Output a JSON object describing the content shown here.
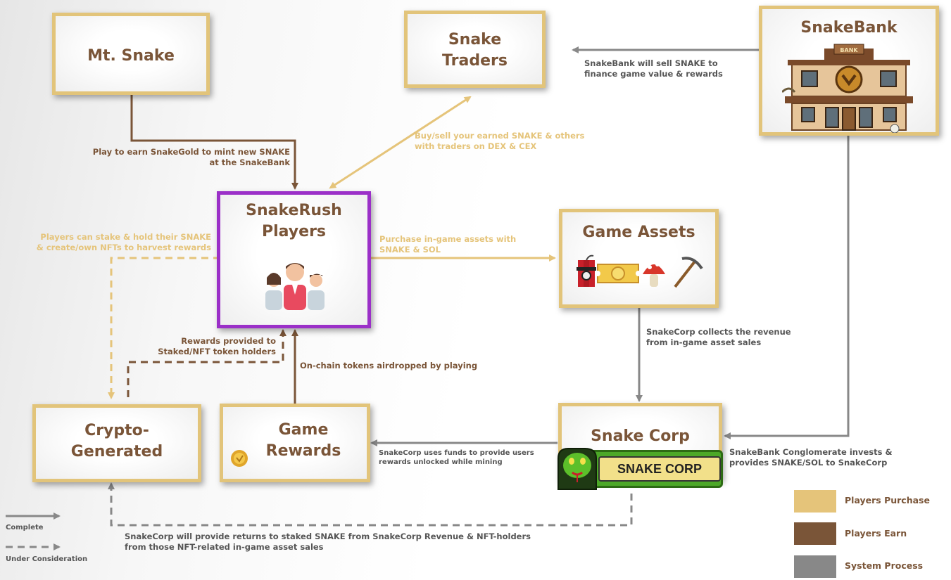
{
  "nodes": {
    "mt_snake": "Mt. Snake",
    "snake_traders": "Snake\nTraders",
    "snakebank": "SnakeBank",
    "snakerush_players": "SnakeRush\nPlayers",
    "game_assets": "Game Assets",
    "crypto_generated": "Crypto-\nGenerated",
    "game_rewards": "Game\nRewards",
    "snake_corp": "Snake Corp"
  },
  "images": {
    "bank_sign": "BANK",
    "snake_corp_badge": "SNAKE CORP"
  },
  "edges": {
    "mt_to_players": "Play to earn SnakeGold to mint new SNAKE\nat the SnakeBank",
    "players_traders": "Buy/sell your earned SNAKE & others\nwith traders on DEX & CEX",
    "bank_to_traders": "SnakeBank will sell SNAKE to\nfinance game value & rewards",
    "players_stake": "Players can stake & hold their SNAKE\n& create/own NFTs to harvest rewards",
    "players_to_assets": "Purchase in-game assets with\nSNAKE & SOL",
    "crypto_to_players": "Rewards provided to\nStaked/NFT token holders",
    "rewards_to_players": "On-chain tokens airdropped by playing",
    "assets_to_corp": "SnakeCorp collects the revenue\nfrom in-game asset sales",
    "bank_to_corp": "SnakeBank Conglomerate invests &\nprovides SNAKE/SOL to SnakeCorp",
    "corp_to_rewards": "SnakeCorp uses funds to provide users\nrewards unlocked while mining",
    "corp_to_crypto": "SnakeCorp will provide returns to staked SNAKE from SnakeCorp Revenue & NFT-holders\nfrom those NFT-related in-game asset sales"
  },
  "line_key": {
    "complete": "Complete",
    "under_consideration": "Under Consideration"
  },
  "legend": [
    {
      "label": "Players Purchase",
      "color": "#e5c47a"
    },
    {
      "label": "Players Earn",
      "color": "#7a5538"
    },
    {
      "label": "System Process",
      "color": "#888888"
    }
  ],
  "colors": {
    "purchase": "#e5c47a",
    "earn": "#7a5538",
    "system": "#888888",
    "highlight_border": "#9b30c8"
  }
}
